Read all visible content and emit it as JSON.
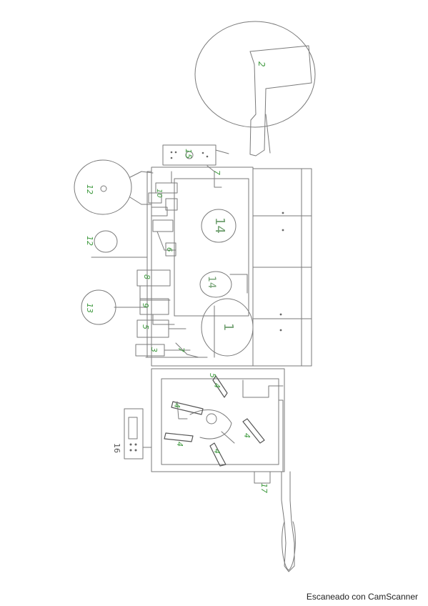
{
  "labels": {
    "n1": "1",
    "n2": "2",
    "n3": "3",
    "n4": "4",
    "n5": "5",
    "n6": "6",
    "n7": "7",
    "n8": "8",
    "n9": "9",
    "n10": "10",
    "n12": "12",
    "n13": "13",
    "n14": "14",
    "n15": "15",
    "n16": "16",
    "n17": "17"
  },
  "footer": {
    "scanner_text": "Escaneado con CamScanner"
  },
  "colors": {
    "pencil": "#7a7a7a",
    "label_green": "#3f9a3f",
    "paper": "#ffffff"
  }
}
